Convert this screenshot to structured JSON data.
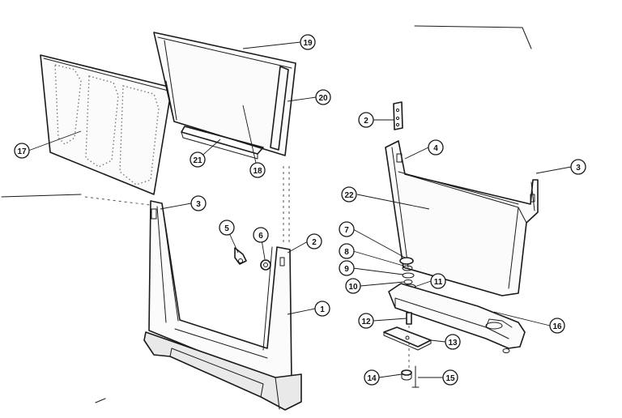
{
  "callouts": {
    "c1": "1",
    "c2a": "2",
    "c2b": "2",
    "c3a": "3",
    "c3b": "3",
    "c4": "4",
    "c5": "5",
    "c6": "6",
    "c7": "7",
    "c8": "8",
    "c9": "9",
    "c10": "10",
    "c11": "11",
    "c12": "12",
    "c13": "13",
    "c14": "14",
    "c15": "15",
    "c16": "16",
    "c17": "17",
    "c18": "18",
    "c19": "19",
    "c20": "20",
    "c21": "21",
    "c22": "22"
  }
}
